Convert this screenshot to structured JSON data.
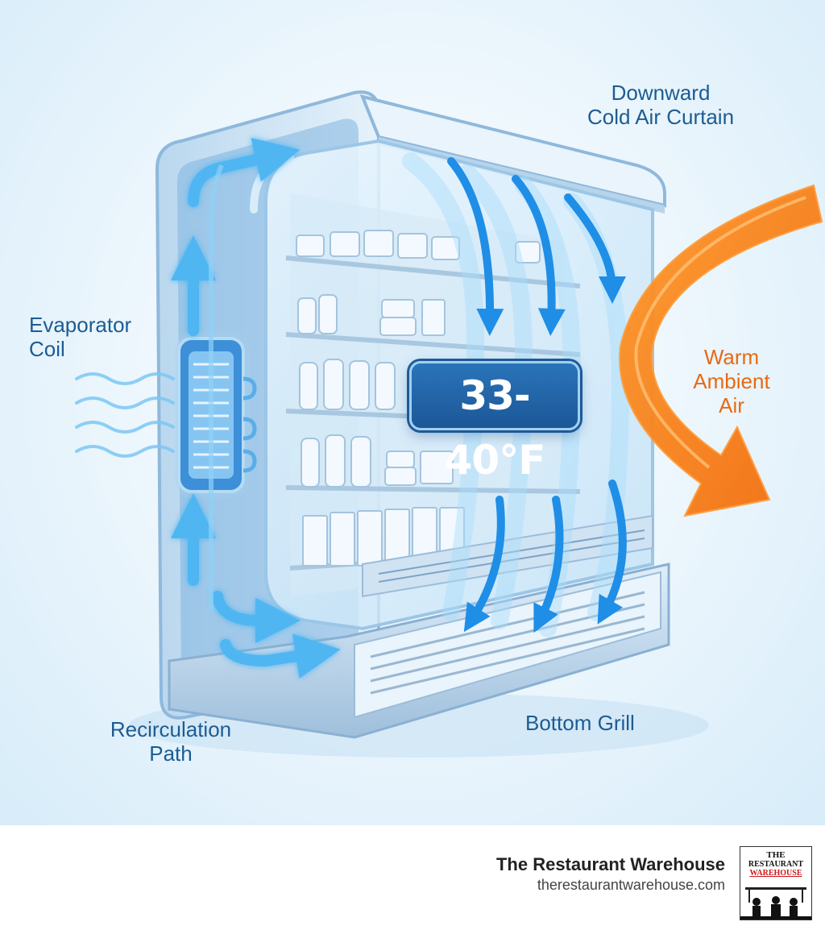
{
  "labels": {
    "evaporator": [
      "Evaporator",
      "Coil"
    ],
    "downward": [
      "Downward",
      "Cold Air Curtain"
    ],
    "warm": [
      "Warm",
      "Ambient",
      "Air"
    ],
    "recirculation": [
      "Recirculation",
      "Path"
    ],
    "bottom_grill": "Bottom Grill"
  },
  "temperature": "33-40°F",
  "footer": {
    "brand": "The Restaurant Warehouse",
    "url": "therestaurantwarehouse.com",
    "logo": {
      "line1": "THE",
      "line2": "RESTAURANT",
      "line3": "WAREHOUSE"
    }
  },
  "colors": {
    "cold_air": "#3aa9ee",
    "warm_air": "#f27a14",
    "label_text": "#1c5c93",
    "badge": "#1d5a98"
  }
}
